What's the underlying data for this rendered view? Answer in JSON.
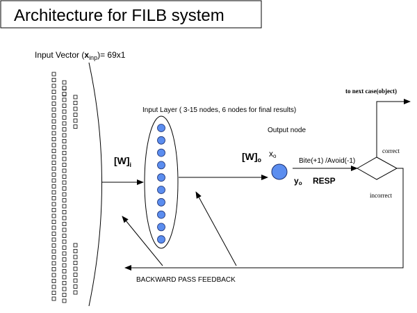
{
  "title": "Architecture for FILB system",
  "input_vector": {
    "label_prefix": "Input Vector (",
    "label_x": "x",
    "label_sub": "inp",
    "label_suffix": ")= 69x1"
  },
  "input_layer_label": "Input Layer ( 3-15 nodes, 6 nodes for final results)",
  "input_layer_node_count": 10,
  "weights_in": {
    "main": "[W]",
    "sub": "i"
  },
  "output_node_label": "Output node",
  "weights_out": {
    "main": "[W]",
    "sub": "o",
    "x_main": "x",
    "x_sub": "o"
  },
  "bite_avoid_label": "Bite(+1) /Avoid(-1)",
  "y_out": {
    "main": "y",
    "sub": "o"
  },
  "resp_label": "RESP",
  "next_case_label": "to next case(object)",
  "correct_label": "correct",
  "incorrect_label": "incorrect",
  "feedback_label": "BACKWARD PASS FEEDBACK",
  "colors": {
    "node_fill": "#5b8def",
    "node_stroke": "#1a2e6e",
    "line": "#000000"
  }
}
